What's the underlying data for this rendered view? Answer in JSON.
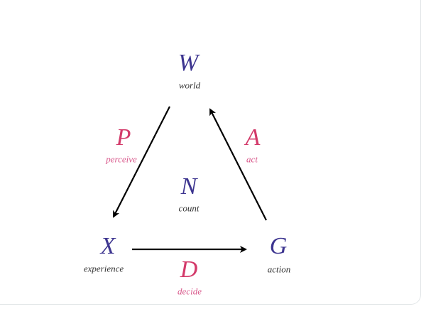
{
  "nodes": {
    "world": {
      "symbol": "W",
      "label": "world"
    },
    "experience": {
      "symbol": "X",
      "label": "experience"
    },
    "action": {
      "symbol": "G",
      "label": "action"
    },
    "count": {
      "symbol": "N",
      "label": "count"
    }
  },
  "edges": {
    "perceive": {
      "symbol": "P",
      "label": "perceive"
    },
    "act": {
      "symbol": "A",
      "label": "act"
    },
    "decide": {
      "symbol": "D",
      "label": "decide"
    }
  },
  "colors": {
    "node": "#3d3590",
    "edge": "#d33a6a",
    "arrow": "#000000"
  }
}
